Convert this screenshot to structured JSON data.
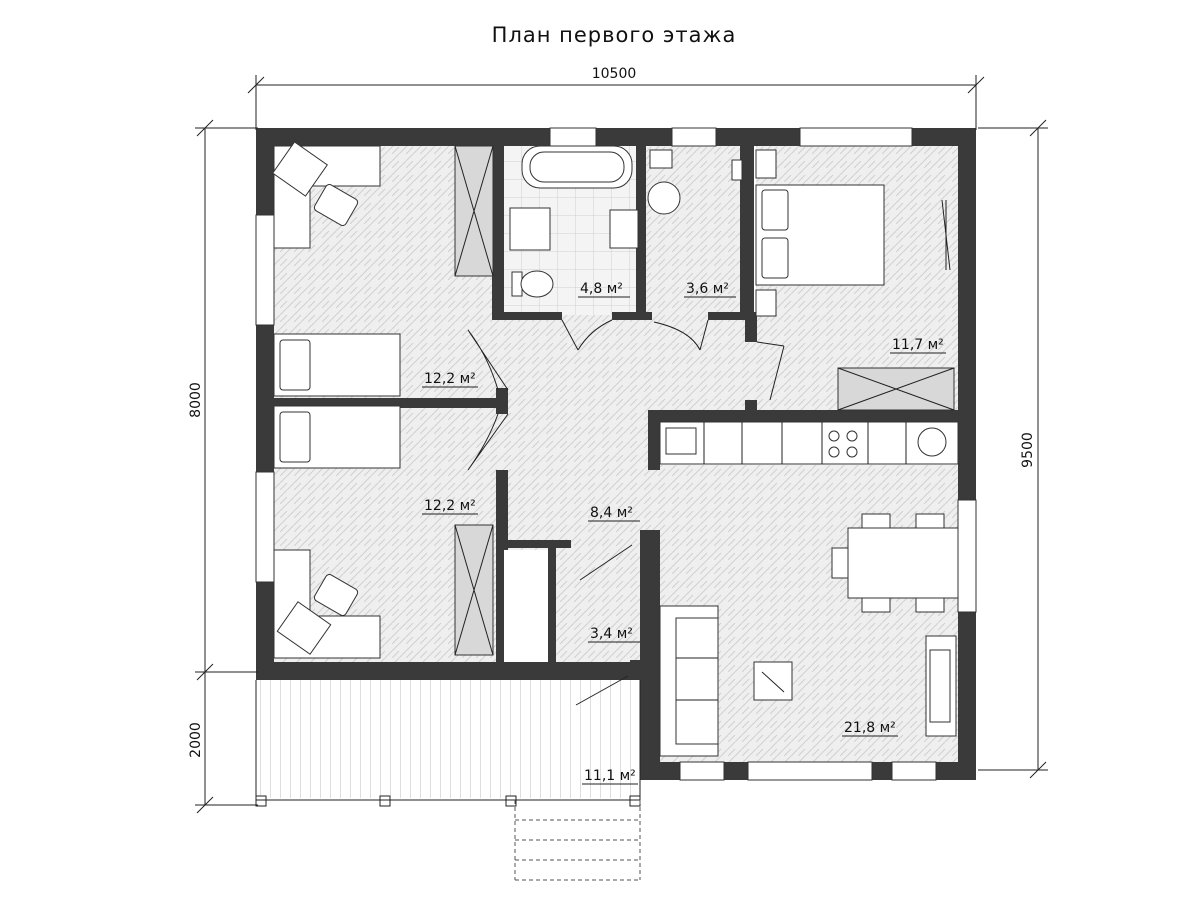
{
  "title": "План первого этажа",
  "dimensions": {
    "top": "10500",
    "left_main": "8000",
    "left_terrace": "2000",
    "right": "9500"
  },
  "rooms": [
    {
      "id": "bedroom-top-left",
      "area": "12,2 м²"
    },
    {
      "id": "bedroom-bottom-left",
      "area": "12,2 м²"
    },
    {
      "id": "bathroom",
      "area": "4,8 м²"
    },
    {
      "id": "wc",
      "area": "3,6 м²"
    },
    {
      "id": "bedroom-right",
      "area": "11,7 м²"
    },
    {
      "id": "hall",
      "area": "8,4 м²"
    },
    {
      "id": "entry",
      "area": "3,4 м²"
    },
    {
      "id": "living-kitchen",
      "area": "21,8 м²"
    },
    {
      "id": "terrace",
      "area": "11,1 м²"
    }
  ]
}
